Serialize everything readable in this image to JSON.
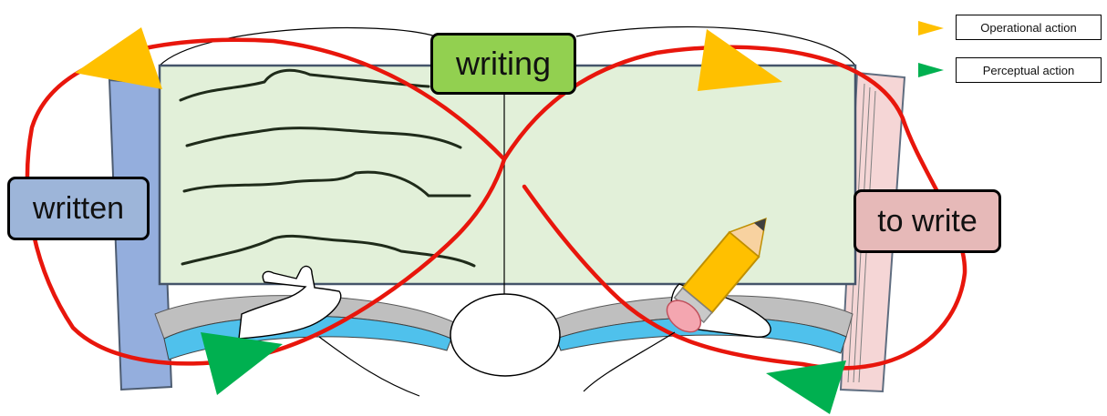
{
  "labels": {
    "writing": "writing",
    "written": "written",
    "to_write": "to write"
  },
  "legend": [
    {
      "label": "Operational action",
      "marker": "arrowhead",
      "color": "#ffc000"
    },
    {
      "label": "Perceptual action",
      "marker": "arrowhead",
      "color": "#00b050"
    }
  ],
  "colors": {
    "writing_box": "#92d050",
    "written_box": "#9db5d9",
    "to_write_box": "#e6b9b8",
    "page_fill": "#e2f0d9",
    "page_border": "#44546a",
    "loop_line": "#e8160c",
    "operational_arrow": "#ffc000",
    "perceptual_arrow": "#00b050",
    "written_cover": "#8faadc",
    "to_write_cover": "#f4d0d0",
    "page_edge_blue": "#4fc1ec"
  },
  "icons": [
    "pencil-icon",
    "left-hand-icon",
    "right-hand-icon",
    "head-icon"
  ]
}
